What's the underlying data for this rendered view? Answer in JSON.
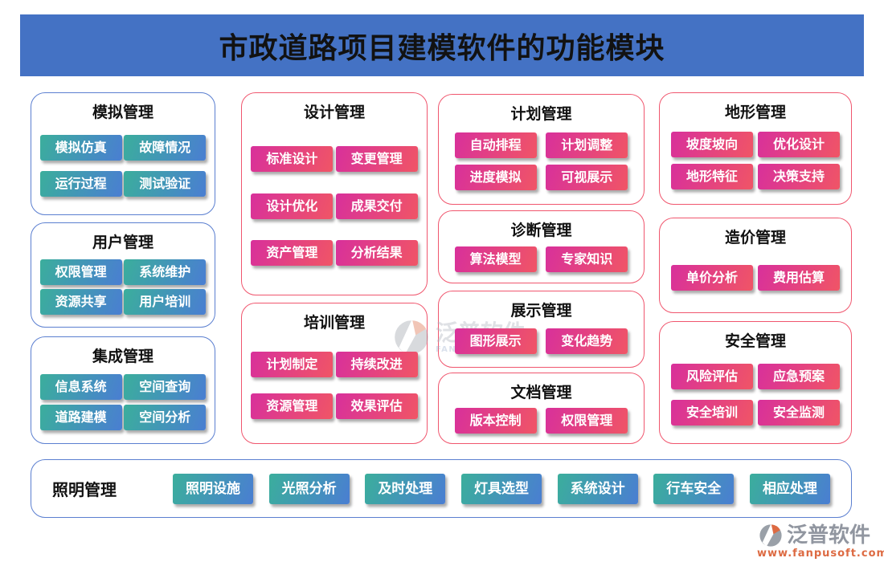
{
  "page": {
    "title": "市政道路项目建模软件的功能模块"
  },
  "colors": {
    "header_bg": "#4472C4",
    "blue_card_border": "#5B7FD0",
    "pink_card_border": "#F0566E",
    "teal_button_gradient": [
      "#3BAE9C",
      "#4A7ED2"
    ],
    "pink_button_gradient": [
      "#D8309B",
      "#F05566"
    ],
    "button_text": "#FFFFFF",
    "title_text": "#121212"
  },
  "cards": [
    {
      "title": "模拟管理",
      "theme": "blue",
      "buttons": [
        "模拟仿真",
        "故障情况",
        "运行过程",
        "测试验证"
      ]
    },
    {
      "title": "用户管理",
      "theme": "blue",
      "buttons": [
        "权限管理",
        "系统维护",
        "资源共享",
        "用户培训"
      ]
    },
    {
      "title": "集成管理",
      "theme": "blue",
      "buttons": [
        "信息系统",
        "空间查询",
        "道路建模",
        "空间分析"
      ]
    },
    {
      "title": "设计管理",
      "theme": "pink",
      "buttons": [
        "标准设计",
        "变更管理",
        "设计优化",
        "成果交付",
        "资产管理",
        "分析结果"
      ]
    },
    {
      "title": "培训管理",
      "theme": "pink",
      "buttons": [
        "计划制定",
        "持续改进",
        "资源管理",
        "效果评估"
      ]
    },
    {
      "title": "计划管理",
      "theme": "pink",
      "buttons": [
        "自动排程",
        "计划调整",
        "进度模拟",
        "可视展示"
      ]
    },
    {
      "title": "诊断管理",
      "theme": "pink",
      "buttons": [
        "算法模型",
        "专家知识"
      ]
    },
    {
      "title": "展示管理",
      "theme": "pink",
      "buttons": [
        "图形展示",
        "变化趋势"
      ]
    },
    {
      "title": "文档管理",
      "theme": "pink",
      "buttons": [
        "版本控制",
        "权限管理"
      ]
    },
    {
      "title": "地形管理",
      "theme": "pink",
      "buttons": [
        "坡度坡向",
        "优化设计",
        "地形特征",
        "决策支持"
      ]
    },
    {
      "title": "造价管理",
      "theme": "pink",
      "buttons": [
        "单价分析",
        "费用估算"
      ]
    },
    {
      "title": "安全管理",
      "theme": "pink",
      "buttons": [
        "风险评估",
        "应急预案",
        "安全培训",
        "安全监测"
      ]
    },
    {
      "title": "照明管理",
      "theme": "blue",
      "buttons": [
        "照明设施",
        "光照分析",
        "及时处理",
        "灯具选型",
        "系统设计",
        "行车安全",
        "相应处理"
      ]
    }
  ],
  "watermark": {
    "brand": "泛普软件",
    "subtitle": "FANPU SOFTWARE"
  },
  "footer_logo": {
    "brand": "泛普软件",
    "url": "www.fanpusoft.com"
  }
}
